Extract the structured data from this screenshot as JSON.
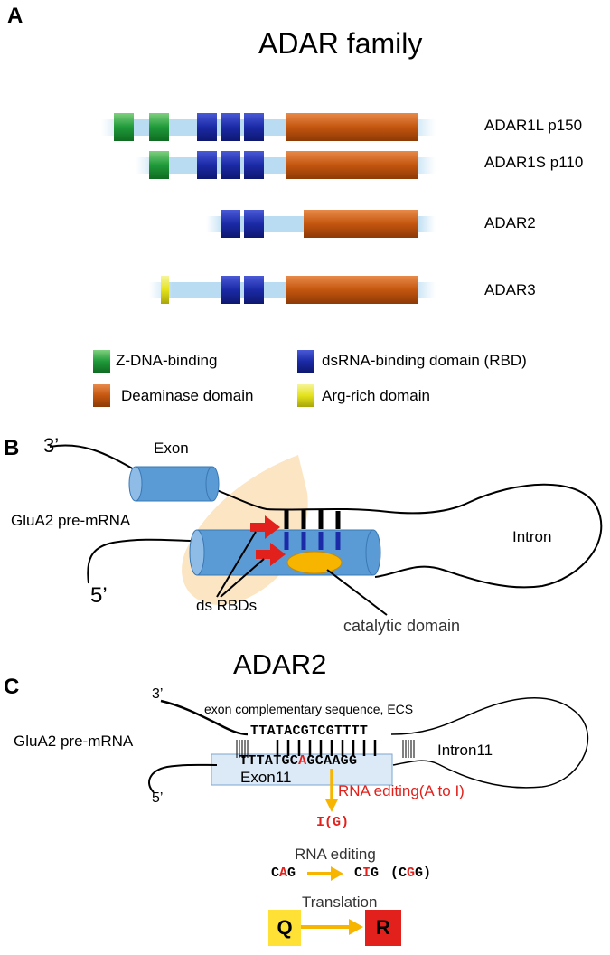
{
  "panel_a": {
    "letter": "A",
    "title": "ADAR family",
    "proteins": [
      {
        "label": "ADAR1L  p150",
        "domains": [
          "Z-DNA-binding",
          "Z-DNA-binding",
          "dsRNA-binding domain (RBD)",
          "dsRNA-binding domain (RBD)",
          "dsRNA-binding domain (RBD)",
          "Deaminase domain"
        ]
      },
      {
        "label": "ADAR1S  p110",
        "domains": [
          "Z-DNA-binding",
          "dsRNA-binding domain (RBD)",
          "dsRNA-binding domain (RBD)",
          "dsRNA-binding domain (RBD)",
          "Deaminase domain"
        ]
      },
      {
        "label": "ADAR2",
        "domains": [
          "dsRNA-binding domain (RBD)",
          "dsRNA-binding domain (RBD)",
          "Deaminase domain"
        ]
      },
      {
        "label": "ADAR3",
        "domains": [
          "Arg-rich domain",
          "dsRNA-binding domain (RBD)",
          "dsRNA-binding domain (RBD)",
          "Deaminase domain"
        ]
      }
    ],
    "legend": {
      "zdna": "Z-DNA-binding",
      "rbd": "dsRNA-binding domain (RBD)",
      "deaminase": "Deaminase domain",
      "arg": "Arg-rich domain"
    },
    "colors": {
      "backbone": "#b9dcf2",
      "zdna": "#1f9a3a",
      "rbd": "#1b2aa6",
      "deaminase": "#c4560f",
      "arg": "#e4e21a"
    }
  },
  "panel_b": {
    "letter": "B",
    "three_prime": "3’",
    "five_prime": "5’",
    "exon": "Exon",
    "pre_mrna": "GluA2 pre-mRNA",
    "intron": "Intron",
    "ds_rbds": "ds RBDs",
    "catalytic": "catalytic domain",
    "enzyme": "ADAR2",
    "colors": {
      "cylinder": "#5b9bd5",
      "enzyme": "#fbe0b8",
      "catalytic": "#f7b500",
      "arrow": "#e3211c"
    }
  },
  "panel_c": {
    "letter": "C",
    "three_prime": "3’",
    "five_prime": "5’",
    "ecs": "exon complementary sequence, ECS",
    "pre_mrna": "GluA2 pre-mRNA",
    "top_seq": "TTATACGTCGTTTT",
    "bottom_seq_pre": "TTTATGC",
    "bottom_seq_edit": "A",
    "bottom_seq_post": "GCAAGG",
    "exon": "Exon11",
    "intron": "Intron11",
    "editing_label": "RNA editing(A to I)",
    "ig": "I(G)",
    "rna_editing": "RNA editing",
    "codon_from": [
      "C",
      "A",
      "G"
    ],
    "codon_to": [
      "C",
      "I",
      "G"
    ],
    "codon_paren": [
      "(C",
      "G",
      "G)"
    ],
    "translation": "Translation",
    "aa_from": "Q",
    "aa_to": "R",
    "colors": {
      "edit": "#e3211c",
      "arrow": "#f7b500",
      "q_box": "#ffe135",
      "r_box": "#e3211c",
      "exon_box": "#dce9f6"
    }
  }
}
